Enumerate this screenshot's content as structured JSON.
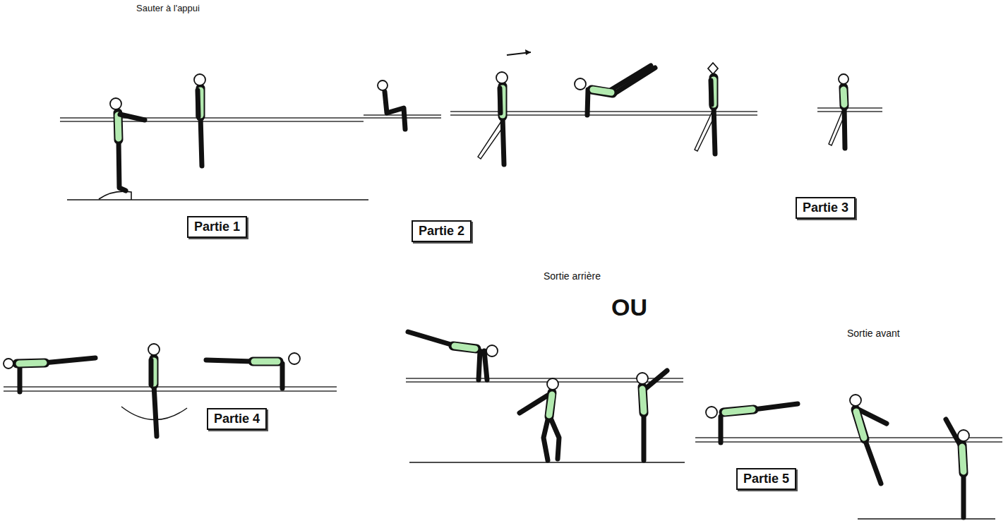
{
  "diagram": {
    "nodes": [
      {
        "text": [
          "Partie 1"
        ]
      },
      {
        "text": [
          "Partie 2"
        ]
      },
      {
        "text": [
          "Partie 3"
        ]
      },
      {
        "text": [
          "Partie 4"
        ]
      },
      {
        "text": [
          "Partie 5"
        ]
      }
    ],
    "labels": [
      "Sauter à l'appui",
      "Sortie arrière",
      "OU",
      "Sortie avant"
    ]
  }
}
